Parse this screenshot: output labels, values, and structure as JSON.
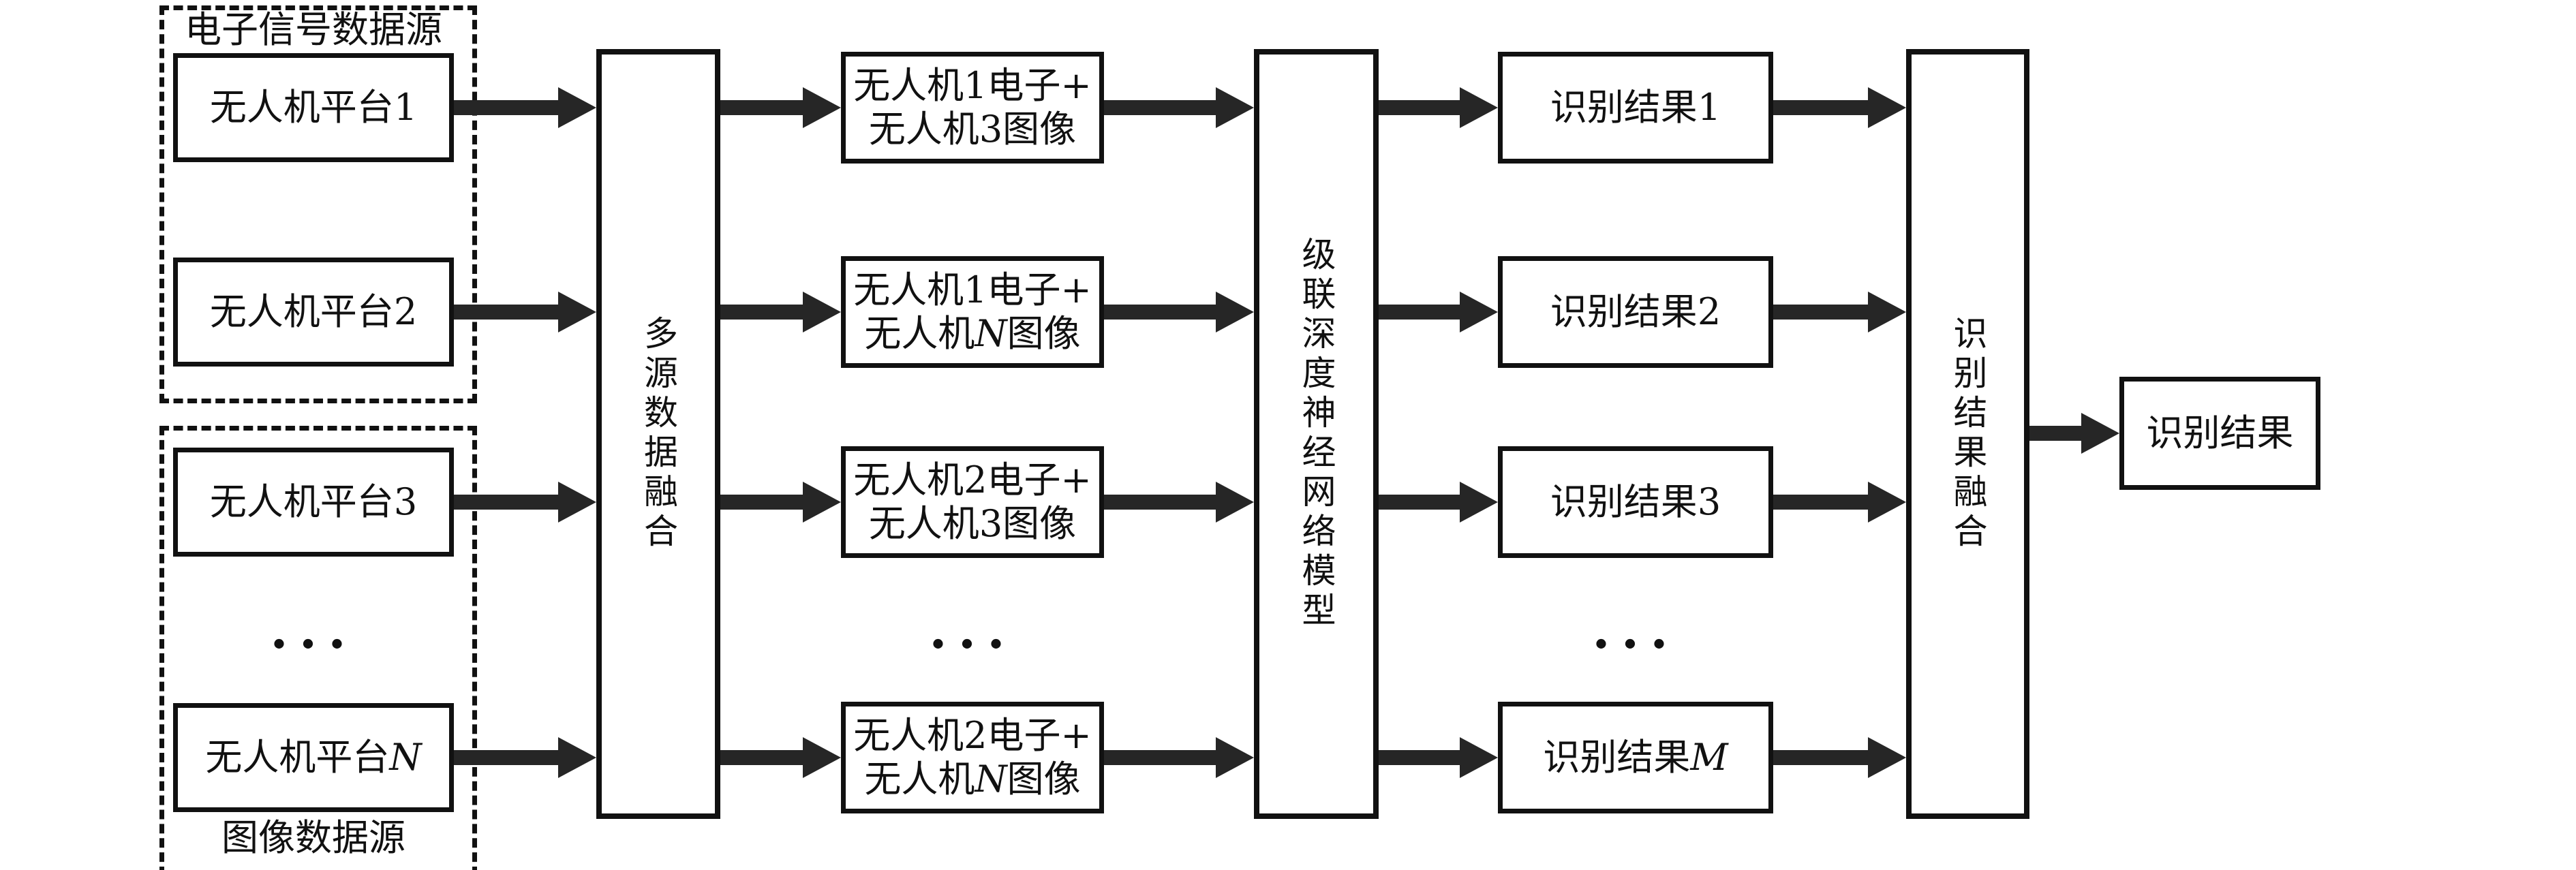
{
  "colors": {
    "ink": "#111111",
    "arrow": "#262626",
    "background": "#ffffff"
  },
  "diagram": {
    "groups": {
      "electronic": {
        "label": "电子信号数据源"
      },
      "image": {
        "label": "图像数据源"
      }
    },
    "platforms": {
      "p1": {
        "prefix": "无人机平台",
        "id": "1"
      },
      "p2": {
        "prefix": "无人机平台",
        "id": "2"
      },
      "p3": {
        "prefix": "无人机平台",
        "id": "3"
      },
      "pn": {
        "prefix": "无人机平台",
        "id": "N"
      },
      "ellipsis": "..."
    },
    "stages": {
      "multi_source_fusion": {
        "label": "多源数据融合"
      },
      "cascade_network": {
        "label": "级联深度神经网络模型"
      },
      "result_fusion": {
        "label": "识别结果融合"
      }
    },
    "pairs": {
      "pair1": {
        "line1": "无人机1电子+",
        "line2_prefix": "无人机",
        "line2_id": "3",
        "line2_suffix": "图像"
      },
      "pair2": {
        "line1": "无人机1电子+",
        "line2_prefix": "无人机",
        "line2_id": "N",
        "line2_suffix": "图像"
      },
      "pair3": {
        "line1": "无人机2电子+",
        "line2_prefix": "无人机",
        "line2_id": "3",
        "line2_suffix": "图像"
      },
      "pair4": {
        "line1": "无人机2电子+",
        "line2_prefix": "无人机",
        "line2_id": "N",
        "line2_suffix": "图像"
      },
      "ellipsis": "..."
    },
    "results": {
      "r1": {
        "prefix": "识别结果",
        "id": "1"
      },
      "r2": {
        "prefix": "识别结果",
        "id": "2"
      },
      "r3": {
        "prefix": "识别结果",
        "id": "3"
      },
      "rm": {
        "prefix": "识别结果",
        "id": "M"
      },
      "ellipsis": "..."
    },
    "final_result": {
      "label": "识别结果"
    }
  }
}
